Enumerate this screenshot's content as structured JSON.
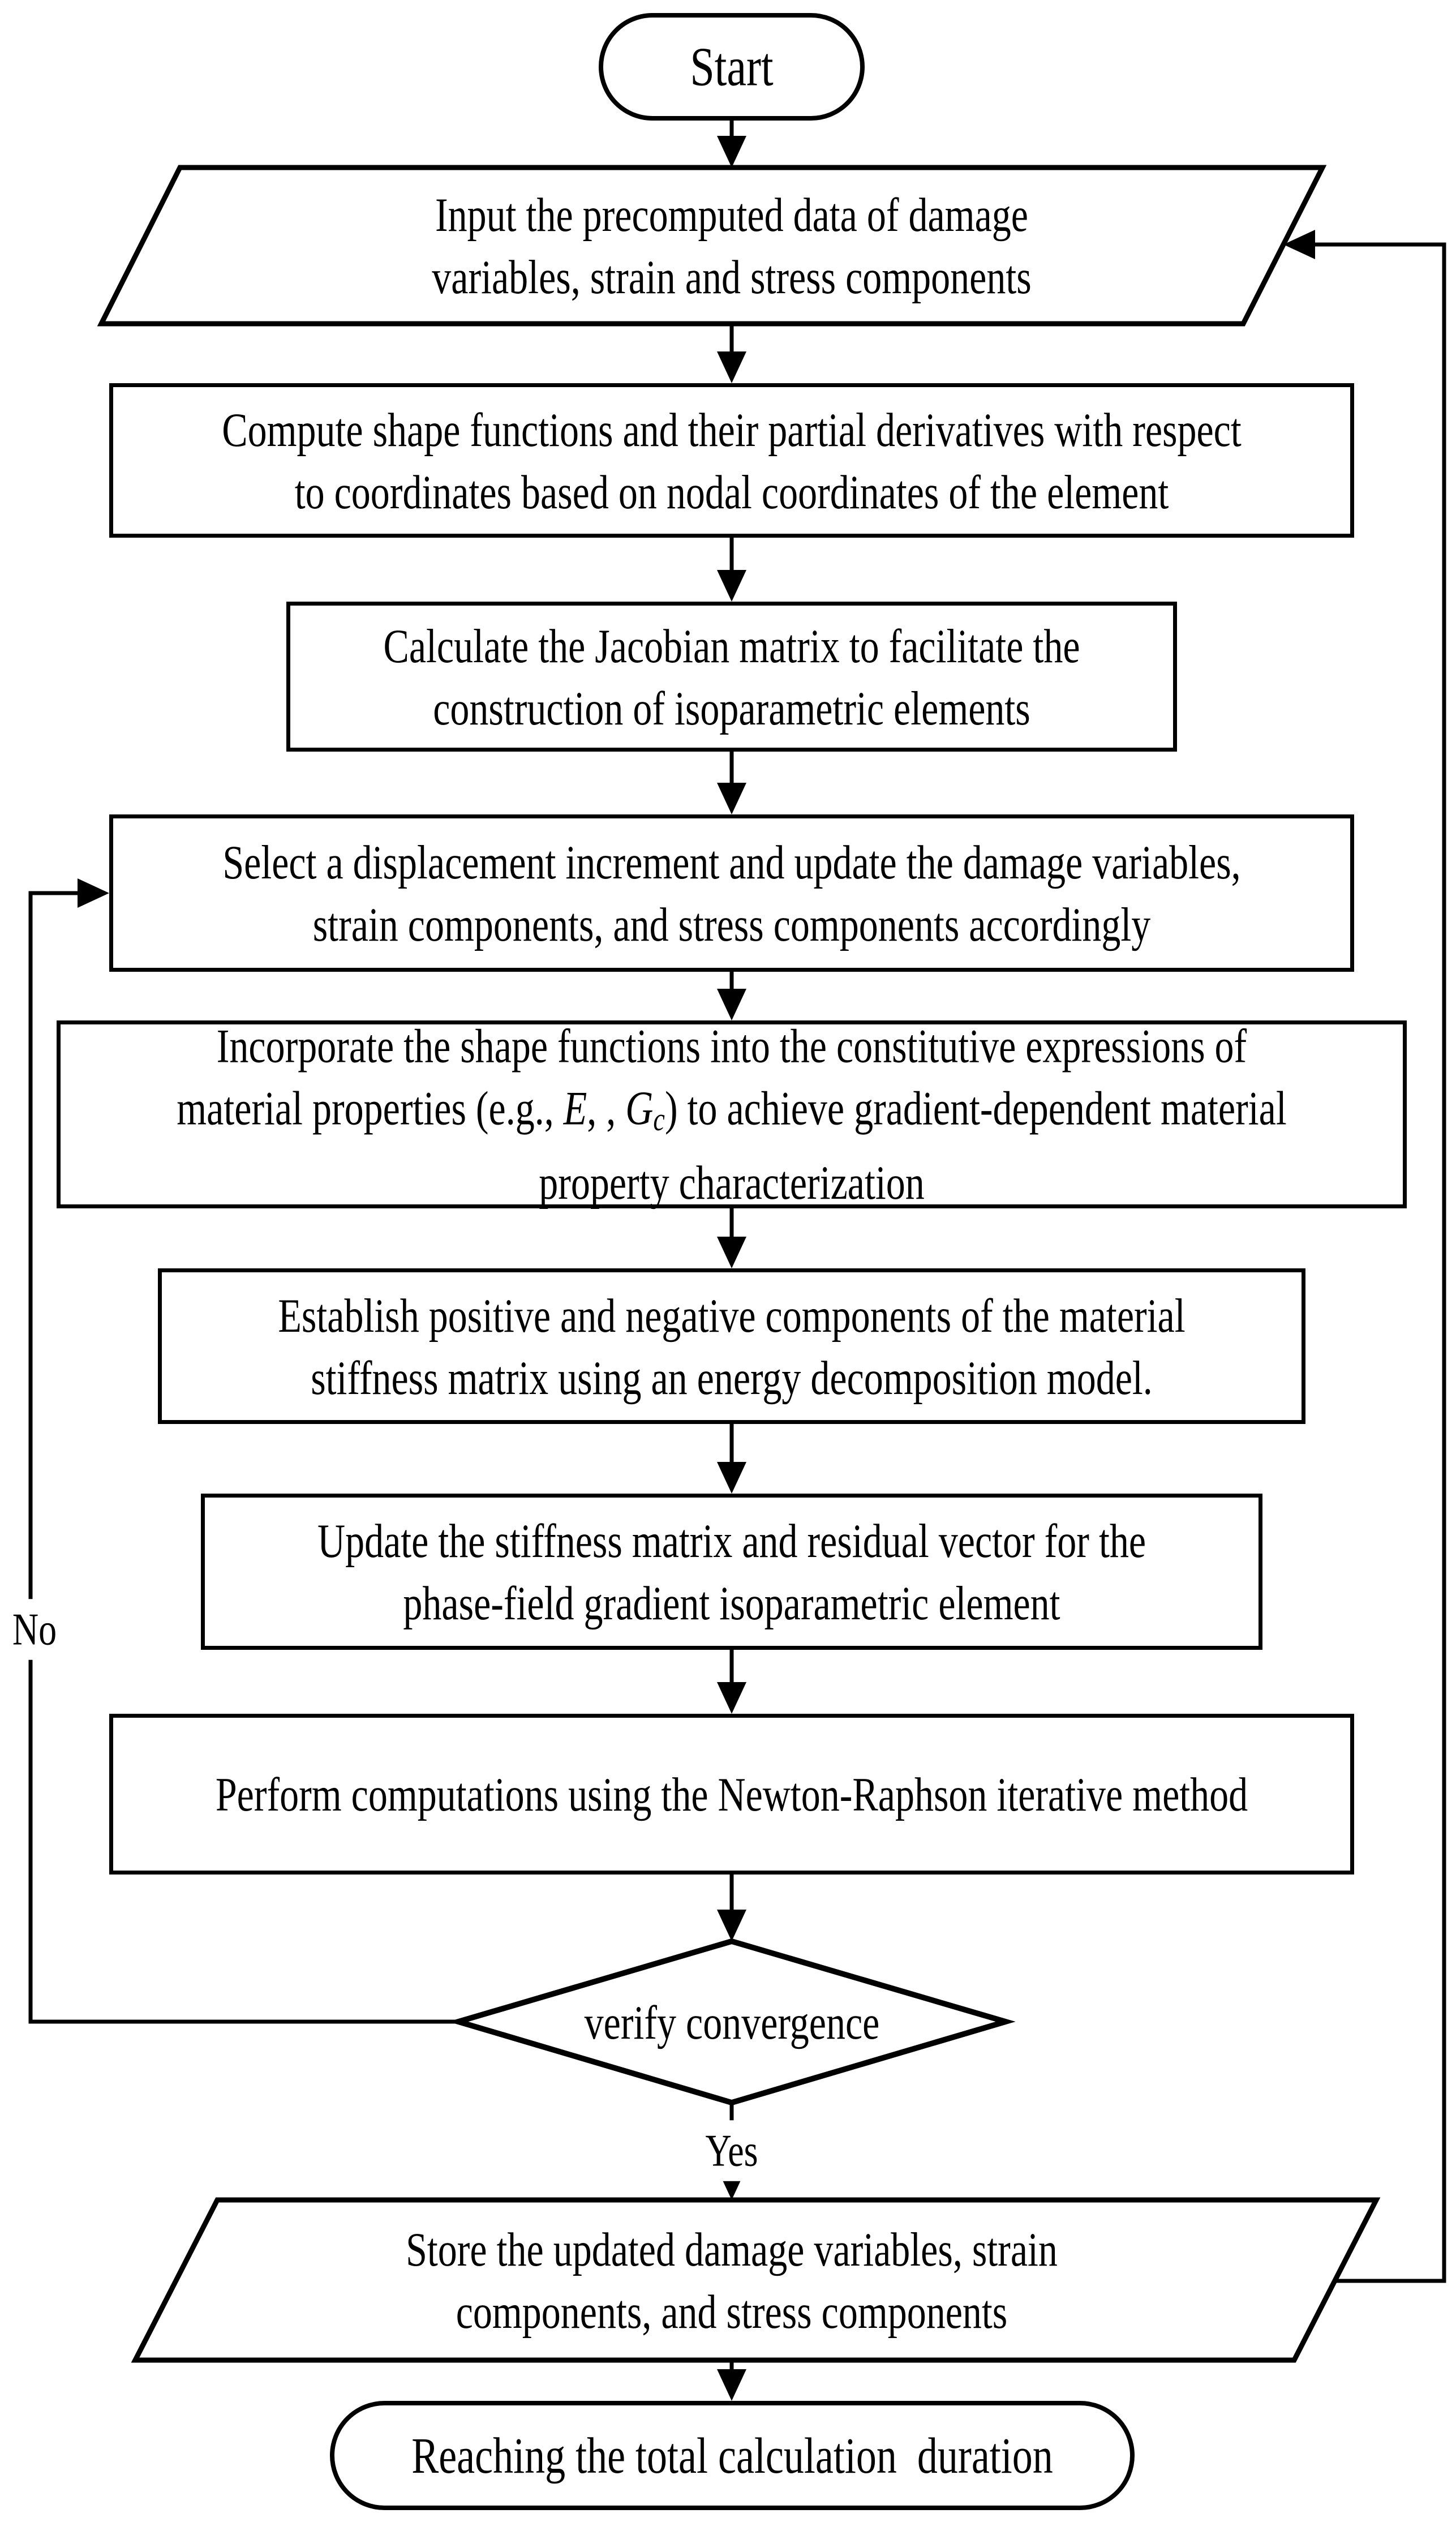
{
  "figure": {
    "type": "flowchart",
    "background": "#ffffff",
    "stroke_color": "#000000"
  },
  "nodes": {
    "start": {
      "label": "Start"
    },
    "input": {
      "lines": [
        "Input the precomputed data of damage",
        "variables, strain and stress components"
      ]
    },
    "compute": {
      "lines": [
        "Compute shape functions and their partial derivatives with respect",
        "to coordinates based on nodal coordinates of the element"
      ]
    },
    "jacobian": {
      "lines": [
        "Calculate the Jacobian matrix to facilitate the",
        "construction of isoparametric elements"
      ]
    },
    "select": {
      "lines": [
        "Select a displacement increment and update the damage variables,",
        "strain components, and stress components accordingly"
      ]
    },
    "incorporate": {
      "line1": "Incorporate the shape functions into the constitutive expressions of",
      "line2": {
        "pre": "material properties (e.g., ",
        "E": "E",
        "mid": ", , ",
        "G": "G",
        "sub": "c",
        "post": ") to achieve gradient-dependent material"
      },
      "line3": "property characterization"
    },
    "establish": {
      "lines": [
        "Establish positive and negative components of the material",
        "stiffness matrix using an energy decomposition model."
      ]
    },
    "update": {
      "lines": [
        "Update the stiffness matrix and residual vector for the",
        "phase-field gradient isoparametric element"
      ]
    },
    "newton": {
      "label": "Perform computations using the Newton-Raphson iterative method"
    },
    "decision": {
      "label": "verify convergence"
    },
    "store": {
      "lines": [
        "Store the updated damage variables, strain",
        "components, and stress components"
      ]
    },
    "end": {
      "label": "Reaching the total calculation  duration"
    }
  },
  "edge_labels": {
    "yes": "Yes",
    "no": "No"
  }
}
